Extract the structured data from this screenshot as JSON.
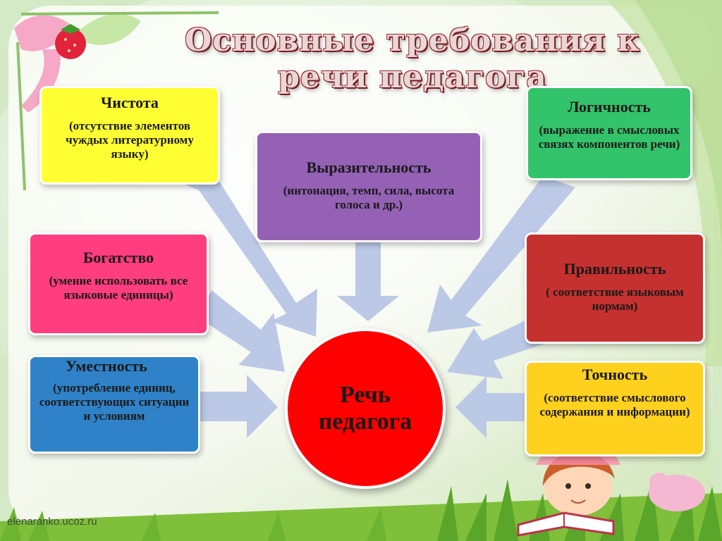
{
  "slide": {
    "title_line1": "Основные требования к",
    "title_line2": "речи педагога",
    "center_line1": "Речь",
    "center_line2": "педагога",
    "footer": "elenaranko.ucoz.ru"
  },
  "boxes": {
    "chistota": {
      "title": "Чистота",
      "desc": "(отсутствие элементов чуждых литературному языку)",
      "color": "#ffff33"
    },
    "bogatstvo": {
      "title": "Богатство",
      "desc": "(умение использовать все языковые единицы)",
      "color": "#ff3d7f"
    },
    "umestnost": {
      "title": "Уместность",
      "desc": "(употребление единиц, соответствующих ситуации и условиям",
      "color": "#2f82c8"
    },
    "vyrazitelnost": {
      "title": "Выразительность",
      "desc": "(интонация, темп, сила, высота голоса и др.)",
      "color": "#9461b5"
    },
    "logichnost": {
      "title": "Логичность",
      "desc": "(выражение в смысловых связях компонентов речи)",
      "color": "#33c36b"
    },
    "pravilnost": {
      "title": "Правильность",
      "desc": "( соответствие языковым нормам)",
      "color": "#c4312f"
    },
    "tochnost": {
      "title": "Точность",
      "desc": "(соответствие смыслового содержания и информации)",
      "color": "#ffd11f"
    }
  },
  "colors": {
    "arrow": "#b8c7e6",
    "center": "#ff0000",
    "title_outline": "#8c2228"
  }
}
